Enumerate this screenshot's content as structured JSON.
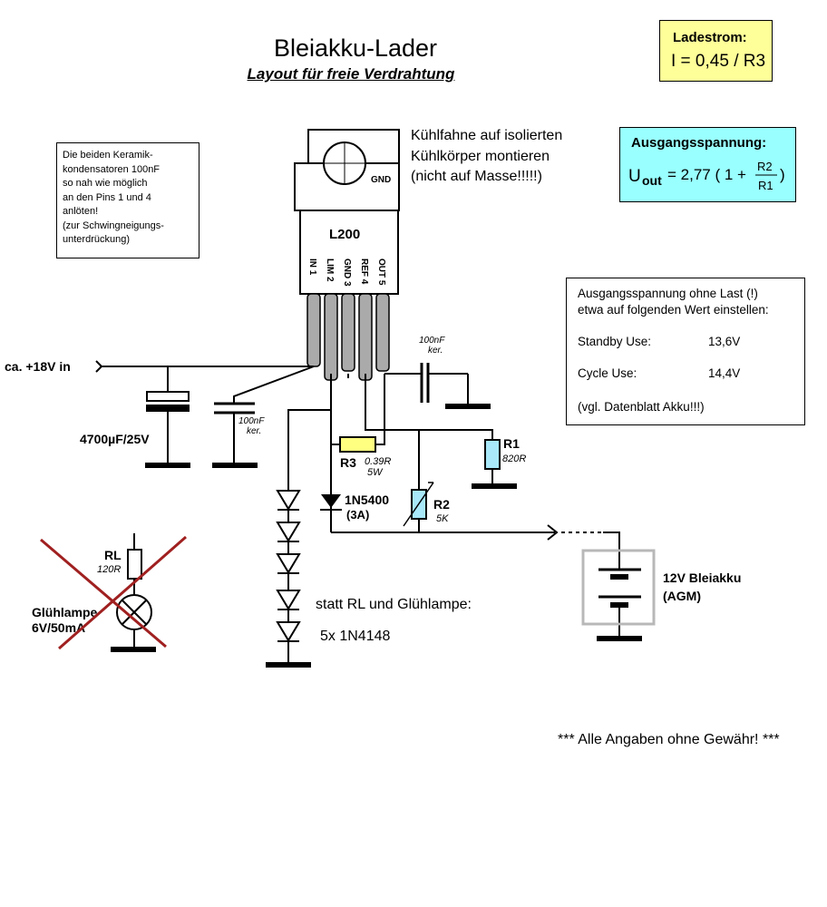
{
  "title": "Bleiakku-Lader",
  "subtitle": "Layout für freie Verdrahtung",
  "ladestrom": {
    "label": "Ladestrom:",
    "formula": "I = 0,45 / R3"
  },
  "ausgangsspannung": {
    "label": "Ausgangsspannung:",
    "lhs_main": "U",
    "lhs_sub": "out",
    "rhs_pre": "= 2,77 ( 1 +",
    "num": "R2",
    "den": "R1",
    "rhs_post": ")"
  },
  "kuehlfahne_note": [
    "Kühlfahne auf isolierten",
    "Kühlkörper montieren",
    "(nicht auf Masse!!!!!)"
  ],
  "keramik_note": "Die beiden Keramik-\nkondensatoren 100nF\nso nah wie möglich\nan den Pins 1 und 4\nanlöten!\n(zur Schwingneigungs-\nunterdrückung)",
  "last_note": {
    "line1": "Ausgangsspannung ohne Last (!)",
    "line2": "etwa auf folgenden Wert einstellen:",
    "standby_label": "Standby Use:",
    "standby_value": "13,6V",
    "cycle_label": "Cycle Use:",
    "cycle_value": "14,4V",
    "footer": "(vgl. Datenblatt Akku!!!)"
  },
  "ic": {
    "name": "L200",
    "gnd_tab": "GND",
    "pins": [
      "IN 1",
      "LIM 2",
      "GND 3",
      "REF 4",
      "OUT 5"
    ]
  },
  "components": {
    "input": "ca. +18V in",
    "c_elko": "4700µF/25V",
    "c1": {
      "value": "100nF",
      "type": "ker."
    },
    "c2": {
      "value": "100nF",
      "type": "ker."
    },
    "r3": {
      "name": "R3",
      "value": "0.39R",
      "power": "5W"
    },
    "r1": {
      "name": "R1",
      "value": "820R"
    },
    "r2": {
      "name": "R2",
      "value": "5K"
    },
    "d1": {
      "name": "1N5400",
      "rating": "(3A)"
    },
    "rl": {
      "name": "RL",
      "value": "120R"
    },
    "lamp": {
      "line1": "Glühlampe",
      "line2": "6V/50mA"
    },
    "battery": {
      "line1": "12V Bleiakku",
      "line2": "(AGM)"
    }
  },
  "diode_note": {
    "line1": "statt RL und Glühlampe:",
    "line2": "5x 1N4148"
  },
  "disclaimer": "*** Alle Angaben ohne Gewähr! ***",
  "colors": {
    "ladestrom_bg": "#ffff99",
    "ausg_bg": "#99ffff",
    "r_yellow": "#ffff80",
    "r_blue": "#a8e8f8",
    "cross": "#a02020",
    "battery_frame": "#b8b8b8"
  }
}
